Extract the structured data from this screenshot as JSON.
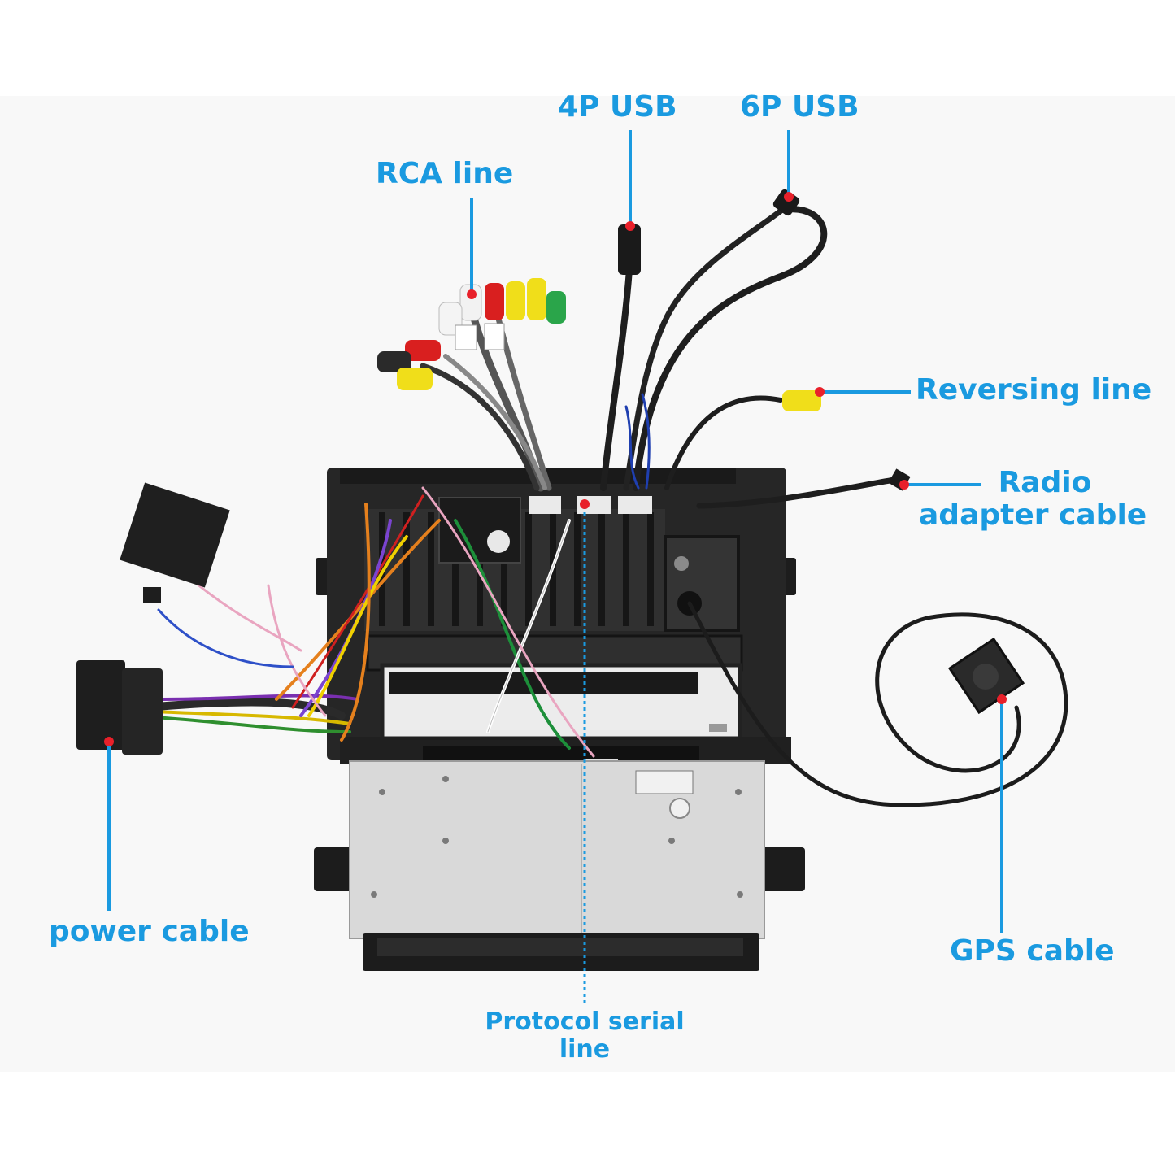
{
  "labels": {
    "usb4p": "4P USB",
    "usb6p": "6P USB",
    "rca": "RCA line",
    "reversing": "Reversing line",
    "radio_line1": "Radio",
    "radio_line2": "adapter cable",
    "gps": "GPS cable",
    "power": "power cable",
    "protocol_line1": "Protocol serial",
    "protocol_line2": "line"
  },
  "colors": {
    "label": "#1a9ae0",
    "marker": "#e8202a",
    "unit_body": "#2b2b2b",
    "metal_case": "#d9d9d9"
  },
  "icons": [
    "rca-connector-icon",
    "usb-connector-icon",
    "gps-antenna-icon",
    "harness-plug-icon"
  ]
}
